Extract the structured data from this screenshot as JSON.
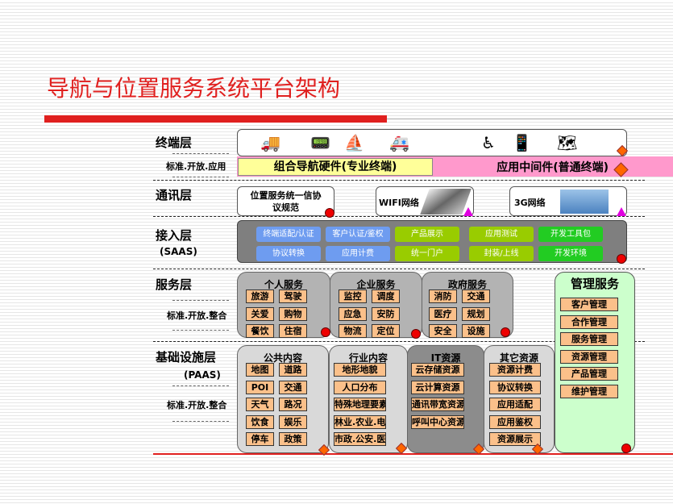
{
  "title": "导航与位置服务系统平台架构",
  "layers": {
    "terminal": "终端层",
    "terminal_note": "标准.开放.应用",
    "comm": "通讯层",
    "access": "接入层",
    "access_sub": "(SAAS)",
    "service": "服务层",
    "service_note": "标准.开放.整合",
    "infra": "基础设施层",
    "infra_sub": "(PAAS)",
    "infra_note": "标准.开放.整合"
  },
  "terminal": {
    "icons": [
      "truck-icon",
      "gps-handheld-icon",
      "ship-icon",
      "ambulance-icon",
      "wheelchair-icon",
      "phone-icon",
      "navigator-icon"
    ],
    "hardware": "组合导航硬件(专业终端)",
    "middleware": "应用中间件(普通终端)"
  },
  "comm": {
    "protocol": "位置服务统一信协议规范",
    "wifi": "WIFI网络",
    "g3": "3G网络"
  },
  "access": {
    "buttons": [
      {
        "label": "终端适配/认证",
        "color": "blue"
      },
      {
        "label": "客户认证/鉴权",
        "color": "blue"
      },
      {
        "label": "产品展示",
        "color": "lime"
      },
      {
        "label": "应用测试",
        "color": "lime"
      },
      {
        "label": "开发工具包",
        "color": "green"
      },
      {
        "label": "协议转换",
        "color": "blue"
      },
      {
        "label": "应用计费",
        "color": "blue"
      },
      {
        "label": "统一门户",
        "color": "lime"
      },
      {
        "label": "封装/上线",
        "color": "lime"
      },
      {
        "label": "开发环境",
        "color": "green"
      }
    ]
  },
  "service": {
    "personal": {
      "title": "个人服务",
      "items": [
        "旅游",
        "驾驶",
        "关爱",
        "购物",
        "餐饮",
        "住宿"
      ]
    },
    "enterprise": {
      "title": "企业服务",
      "items": [
        "监控",
        "调度",
        "应急",
        "安防",
        "物流",
        "定位"
      ]
    },
    "government": {
      "title": "政府服务",
      "items": [
        "消防",
        "交通",
        "医疗",
        "规划",
        "安全",
        "设施"
      ]
    }
  },
  "management": {
    "title": "管理服务",
    "items": [
      "客户管理",
      "合作管理",
      "服务管理",
      "资源管理",
      "产品管理",
      "维护管理"
    ]
  },
  "infra": {
    "public": {
      "title": "公共内容",
      "items": [
        "地图",
        "道路",
        "POI",
        "交通",
        "天气",
        "路况",
        "饮食",
        "娱乐",
        "停车",
        "政策"
      ]
    },
    "industry": {
      "title": "行业内容",
      "items": [
        "地形地貌",
        "人口分布",
        "特殊地理要素",
        "林业.农业.电力",
        "市政.公安.医疗"
      ]
    },
    "it": {
      "title": "IT资源",
      "items": [
        "云存储资源",
        "云计算资源",
        "通讯带宽资源",
        "呼叫中心资源"
      ]
    },
    "other": {
      "title": "其它资源",
      "items": [
        "资源计费",
        "协议转换",
        "应用适配",
        "应用鉴权",
        "资源展示"
      ]
    }
  }
}
